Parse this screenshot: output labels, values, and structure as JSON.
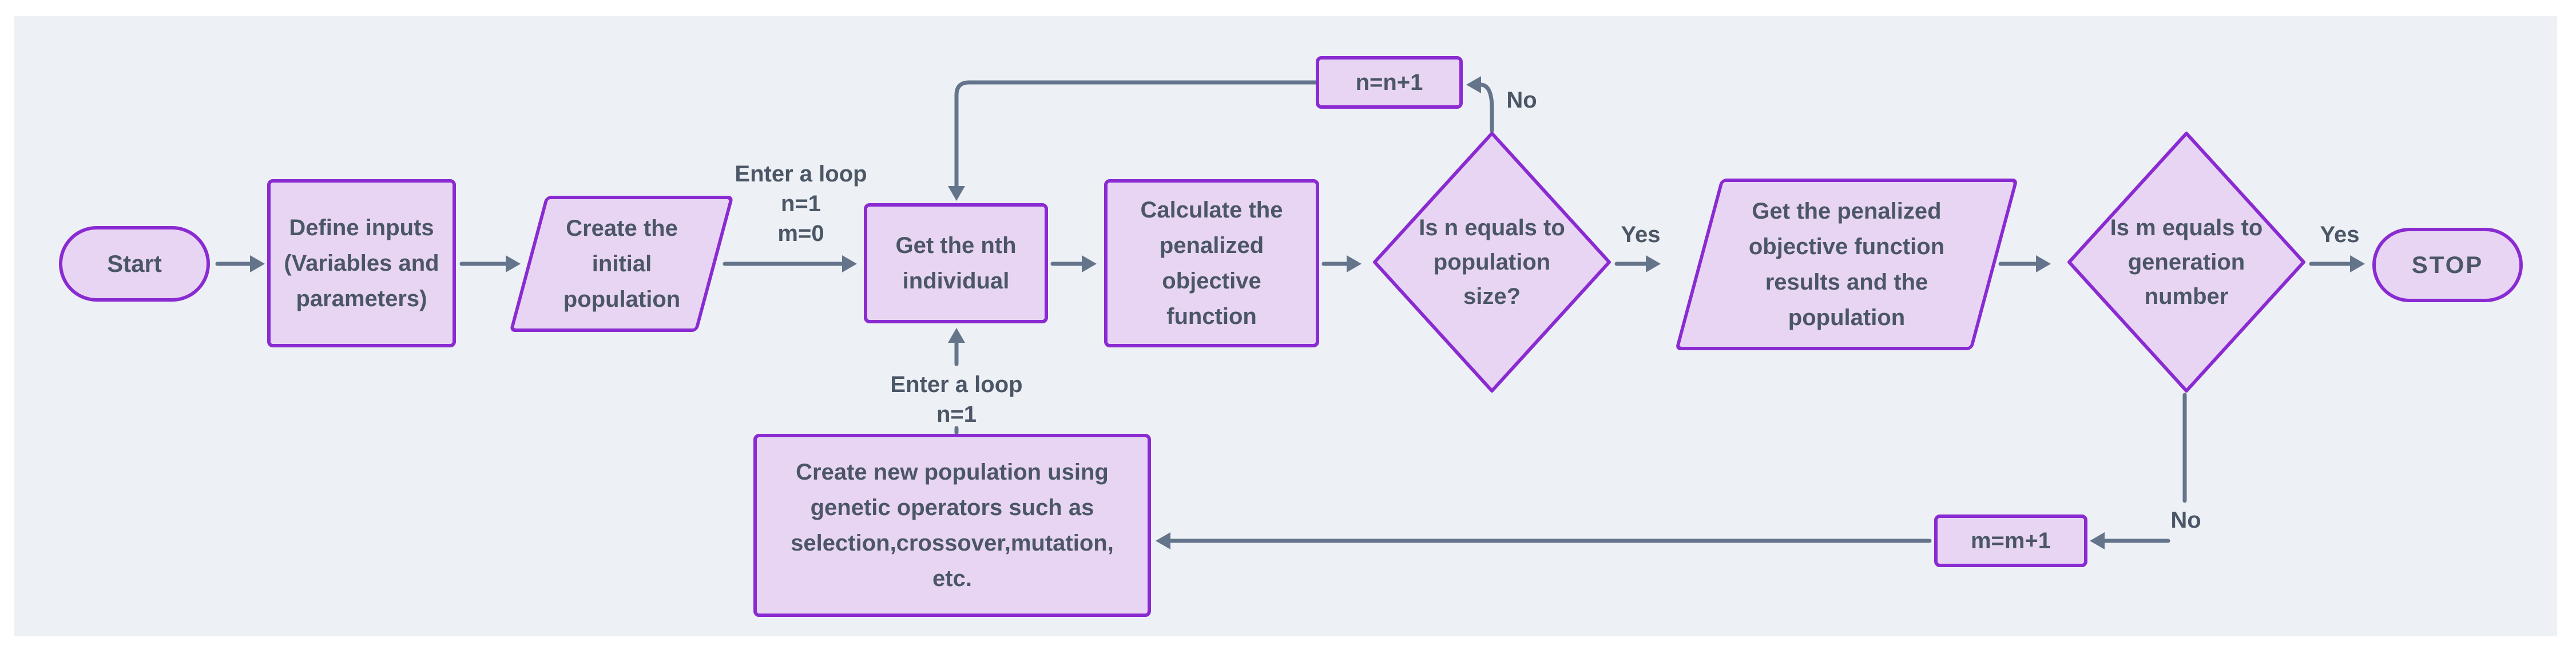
{
  "diagram": {
    "title_implicit": "Genetic algorithm flowchart",
    "palette": {
      "page_bg": "#ffffff",
      "panel_bg": "#edf0f4",
      "node_fill": "#e8d5f4",
      "node_border": "#8a2bd2",
      "edge_color": "#64748b",
      "text_color": "#4b5666"
    },
    "nodes": {
      "start": {
        "type": "terminator",
        "label": "Start"
      },
      "define_inputs": {
        "type": "process",
        "label": "Define inputs (Variables and parameters)"
      },
      "create_initial": {
        "type": "input-output",
        "label": "Create the initial population"
      },
      "get_nth": {
        "type": "process",
        "label": "Get the nth individual"
      },
      "calc_penalized": {
        "type": "process",
        "label": "Calculate the penalized objective function"
      },
      "is_n": {
        "type": "decision",
        "label": "Is n equals to population size?"
      },
      "n_inc": {
        "type": "process",
        "label": "n=n+1"
      },
      "get_results": {
        "type": "input-output",
        "label": "Get the penalized objective function results and the population"
      },
      "is_m": {
        "type": "decision",
        "label": "Is m equals to generation number"
      },
      "stop": {
        "type": "terminator",
        "label": "STOP"
      },
      "m_inc": {
        "type": "process",
        "label": "m=m+1"
      },
      "create_new": {
        "type": "process",
        "label": "Create new population using genetic operators such as selection,crossover,mutation, etc."
      }
    },
    "edge_labels": {
      "loop1": [
        "Enter a loop",
        "n=1",
        "m=0"
      ],
      "loop2": [
        "Enter a loop",
        "n=1"
      ],
      "yes1": "Yes",
      "yes2": "Yes",
      "no1": "No",
      "no2": "No"
    }
  }
}
